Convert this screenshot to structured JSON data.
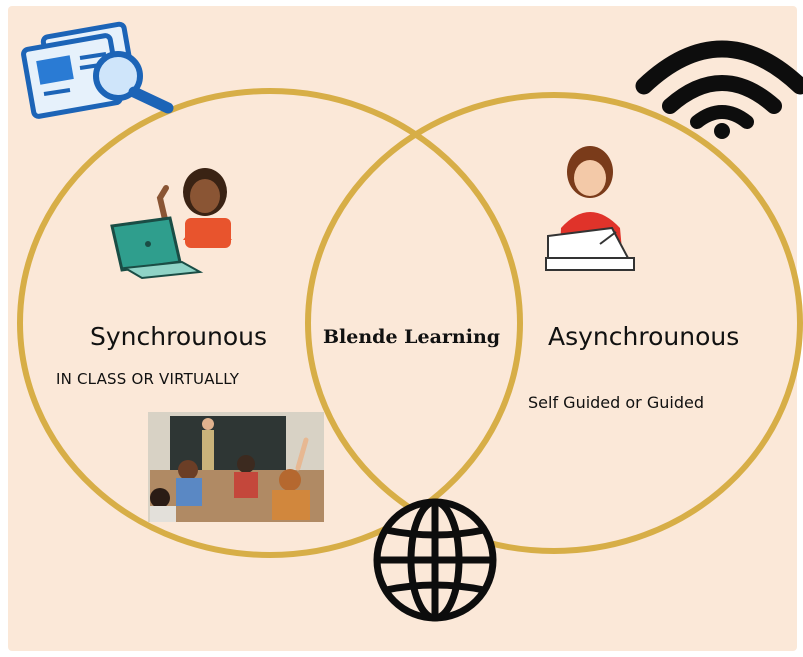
{
  "colors": {
    "background": "#fbe8d8",
    "ring": "#d7ae47",
    "text": "#111111"
  },
  "circles": {
    "left": {
      "title": "Synchrounous",
      "subtitle": "IN CLASS OR VIRTUALLY",
      "icons": [
        "browser-search-icon",
        "student-laptop-icon",
        "classroom-photo"
      ]
    },
    "overlap": {
      "title": "Blende Learning",
      "icons": [
        "globe-icon"
      ]
    },
    "right": {
      "title": "Asynchrounous",
      "subtitle": "Self Guided or Guided",
      "icons": [
        "wifi-icon",
        "student-writing-icon"
      ]
    }
  }
}
